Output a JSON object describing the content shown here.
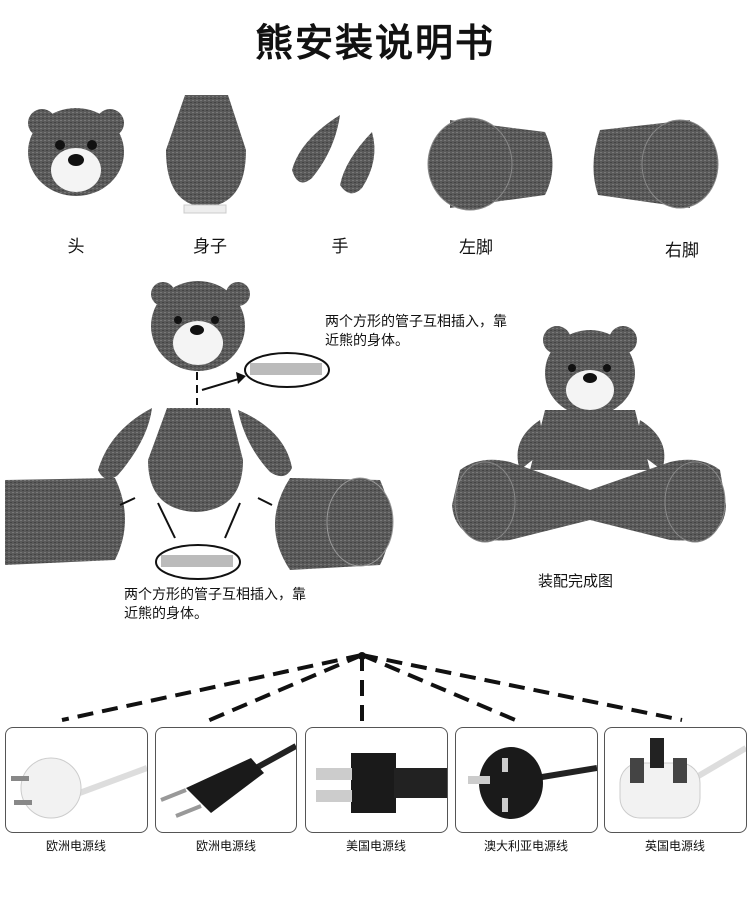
{
  "title": "熊安装说明书",
  "parts": [
    {
      "label": "头",
      "icon": "bear-head-image"
    },
    {
      "label": "身子",
      "icon": "bear-body-image"
    },
    {
      "label": "手",
      "icon": "bear-hands-image"
    },
    {
      "label": "左脚",
      "icon": "bear-left-foot-image"
    },
    {
      "label": "右脚",
      "icon": "bear-right-foot-image"
    }
  ],
  "assembly": {
    "note_top": "两个方形的管子互相插入，靠近熊的身体。",
    "note_bottom": "两个方形的管子互相插入，靠近熊的身体。",
    "completed_label": "装配完成图"
  },
  "plugs": [
    {
      "label": "欧洲电源线",
      "color": "#f2f2f2"
    },
    {
      "label": "欧洲电源线",
      "color": "#1a1a1a"
    },
    {
      "label": "美国电源线",
      "color": "#1a1a1a"
    },
    {
      "label": "澳大利亚电源线",
      "color": "#1a1a1a"
    },
    {
      "label": "英国电源线",
      "color": "#f2f2f2"
    }
  ]
}
